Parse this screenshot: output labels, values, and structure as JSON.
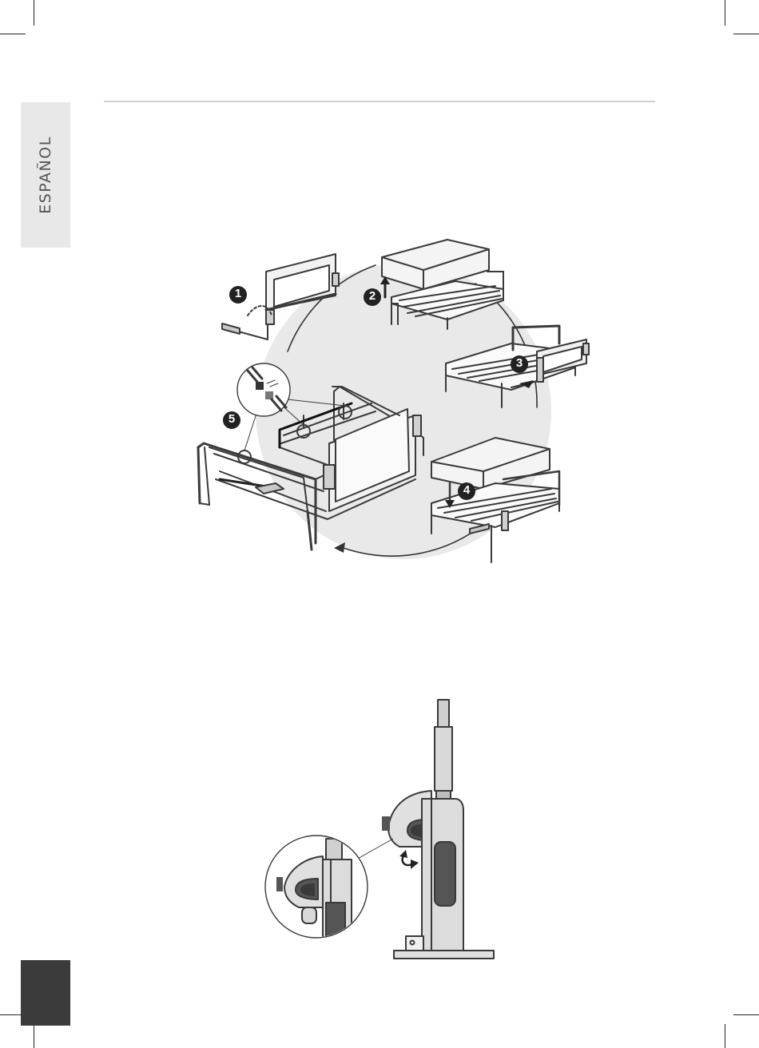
{
  "page": {
    "language_tab": "ESPAÑOL"
  },
  "steps": {
    "step1": "1",
    "step2": "2",
    "step3": "3",
    "step4": "4",
    "step5": "5"
  },
  "colors": {
    "tab_bg": "#e8e8e8",
    "rule": "#cfcfcf",
    "page_block": "#3b3b3b",
    "line": "#3a3a3a",
    "panel": "#d9d9d9",
    "dark": "#555555"
  }
}
